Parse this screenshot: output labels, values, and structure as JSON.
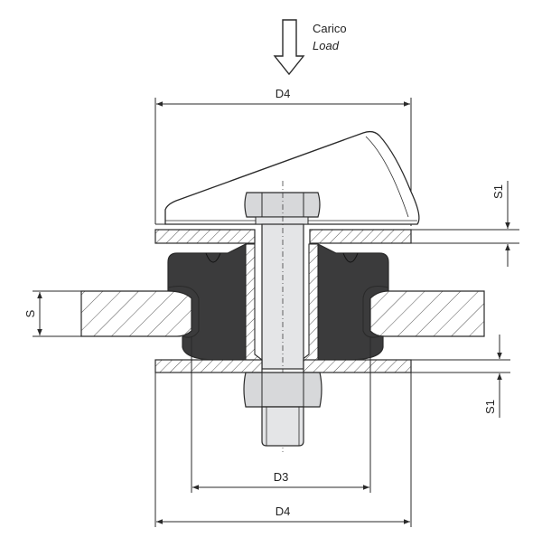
{
  "load": {
    "label_it": "Carico",
    "label_en": "Load"
  },
  "dimensions": {
    "d4_top": "D4",
    "d4_bottom": "D4",
    "d3": "D3",
    "s": "S",
    "s1_top": "S1",
    "s1_bottom": "S1"
  },
  "colors": {
    "rubber": "#3b3b3c",
    "metal_face": "#cfd1d3",
    "metal_light": "#e4e5e7",
    "line": "#2a2a2a",
    "hatch": "#555555"
  }
}
